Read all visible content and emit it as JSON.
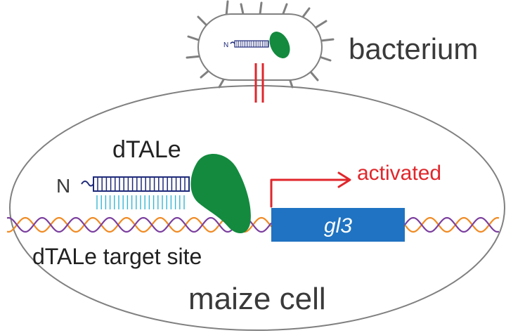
{
  "labels": {
    "bacterium": "bacterium",
    "dtale": "dTALe",
    "n_terminus_large": "N",
    "n_terminus_small": "N",
    "activated": "activated",
    "gene": "gl3",
    "target_site": "dTALe target site",
    "maize_cell": "maize cell"
  },
  "colors": {
    "outline": "#808080",
    "protein_green": "#138a3e",
    "repeat_navy": "#1f2a7a",
    "repeat_cyan": "#34b6d6",
    "secretion_red": "#e0262b",
    "arrow_red": "#e0262b",
    "gene_blue": "#1f73c2",
    "gene_text": "#ffffff",
    "dna_orange": "#f08a22",
    "dna_purple": "#7b3f9e",
    "text_dark": "#3a3a3a"
  },
  "icons": [
    "bacterium-cell",
    "dtale-protein",
    "secretion-channel",
    "activation-arrow",
    "dna-double-helix"
  ]
}
